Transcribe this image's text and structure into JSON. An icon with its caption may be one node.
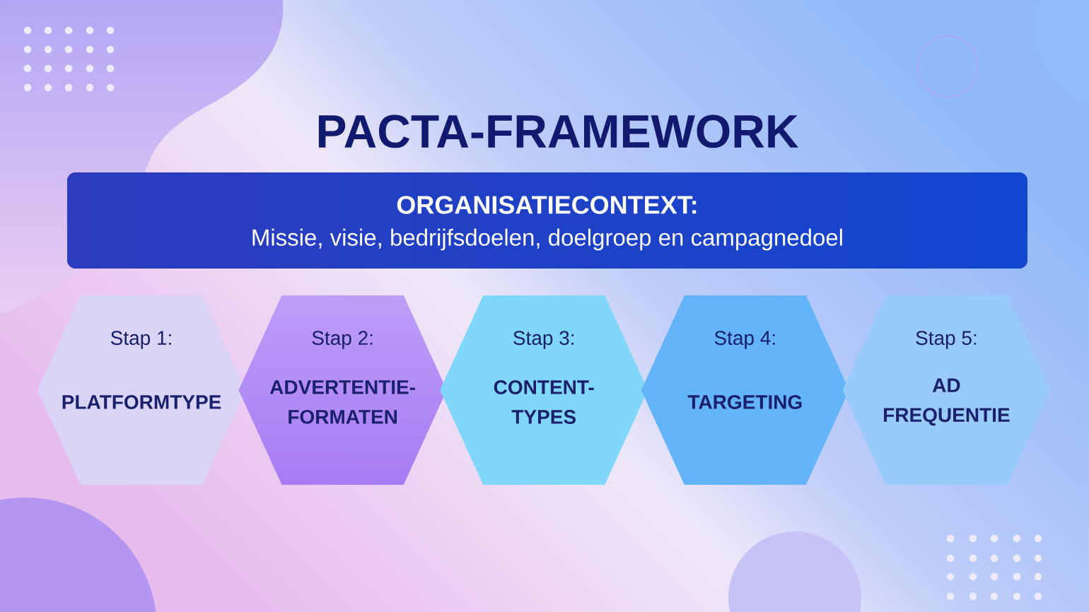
{
  "diagram": {
    "title": "PACTA-FRAMEWORK",
    "nodes": [
      {
        "text": [
          "ORGANISATIECONTEXT:",
          "Missie, visie, bedrijfsdoelen, doelgroep en campagnedoel"
        ]
      },
      {
        "text": [
          "Stap 1:",
          "PLATFORMTYPE"
        ]
      },
      {
        "text": [
          "Stap 2:",
          "ADVERTENTIE- FORMATEN"
        ]
      },
      {
        "text": [
          "Stap 3:",
          "CONTENT- TYPES"
        ]
      },
      {
        "text": [
          "Stap 4:",
          "TARGETING"
        ]
      },
      {
        "text": [
          "Stap 5:",
          "AD FREQUENTIE"
        ]
      }
    ]
  }
}
